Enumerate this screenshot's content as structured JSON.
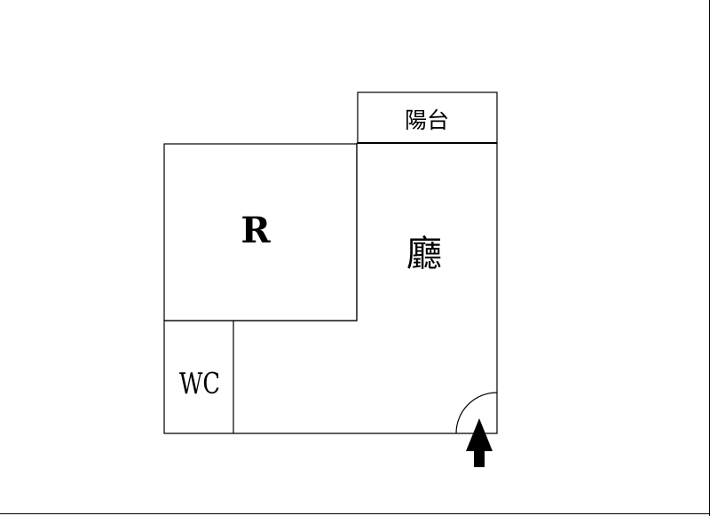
{
  "floorplan": {
    "rooms": {
      "balcony": "陽台",
      "bedroom": "R",
      "living_room": "廳",
      "toilet": "WC"
    },
    "entrance_icon": "entrance-arrow-icon",
    "door_icon": "door-swing-icon"
  }
}
